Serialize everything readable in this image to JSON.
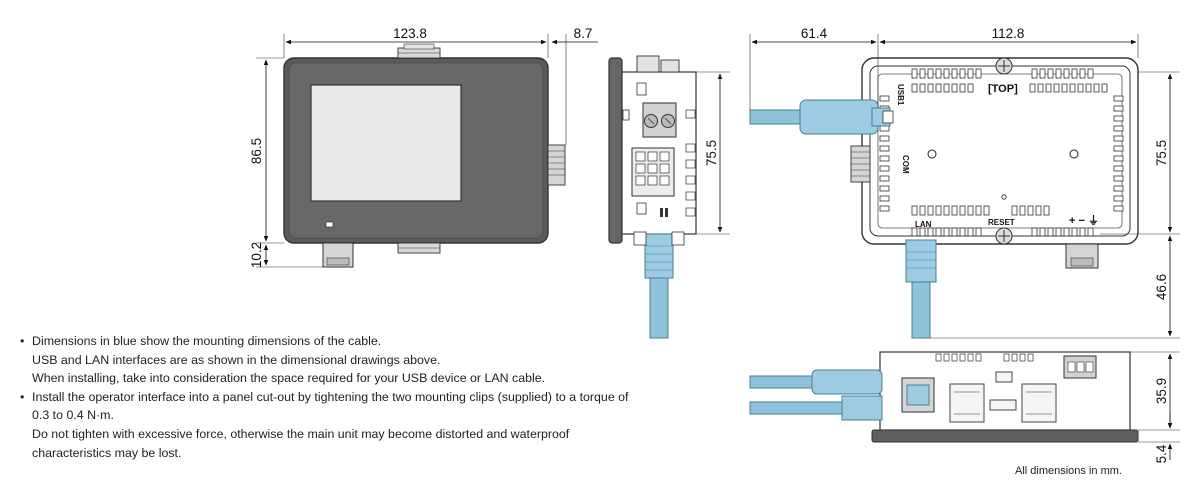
{
  "dimensions": {
    "front_width": "123.8",
    "front_depth": "8.7",
    "front_height": "86.5",
    "front_bracket": "10.2",
    "side_height": "75.5",
    "rear_cable": "61.4",
    "rear_width": "112.8",
    "rear_height": "75.5",
    "rear_cable_down": "46.6",
    "bottom_height": "35.9",
    "bottom_flange": "5.4"
  },
  "labels": {
    "top": "[TOP]",
    "usb1": "USB1",
    "com": "COM",
    "lan": "LAN",
    "reset": "RESET",
    "power": "+ − ⏚"
  },
  "notes": [
    {
      "lines": [
        "Dimensions in blue show the mounting dimensions of the cable.",
        "USB and LAN interfaces are as shown in the dimensional drawings above.",
        "When installing, take into consideration the space required for your USB device or LAN cable."
      ]
    },
    {
      "lines": [
        "Install the operator interface into a panel cut-out by tightening the two mounting clips (supplied) to a torque of",
        "0.3 to 0.4 N·m.",
        "Do not tighten with excessive force, otherwise the main unit may become distorted and waterproof",
        "characteristics may be lost."
      ]
    }
  ],
  "footer": "All dimensions in mm.",
  "colors": {
    "cable": "#8fc3dc",
    "cable_stroke": "#4a7f99",
    "body_dark": "#5a5a5a",
    "panel_grey": "#c8c8c8"
  }
}
